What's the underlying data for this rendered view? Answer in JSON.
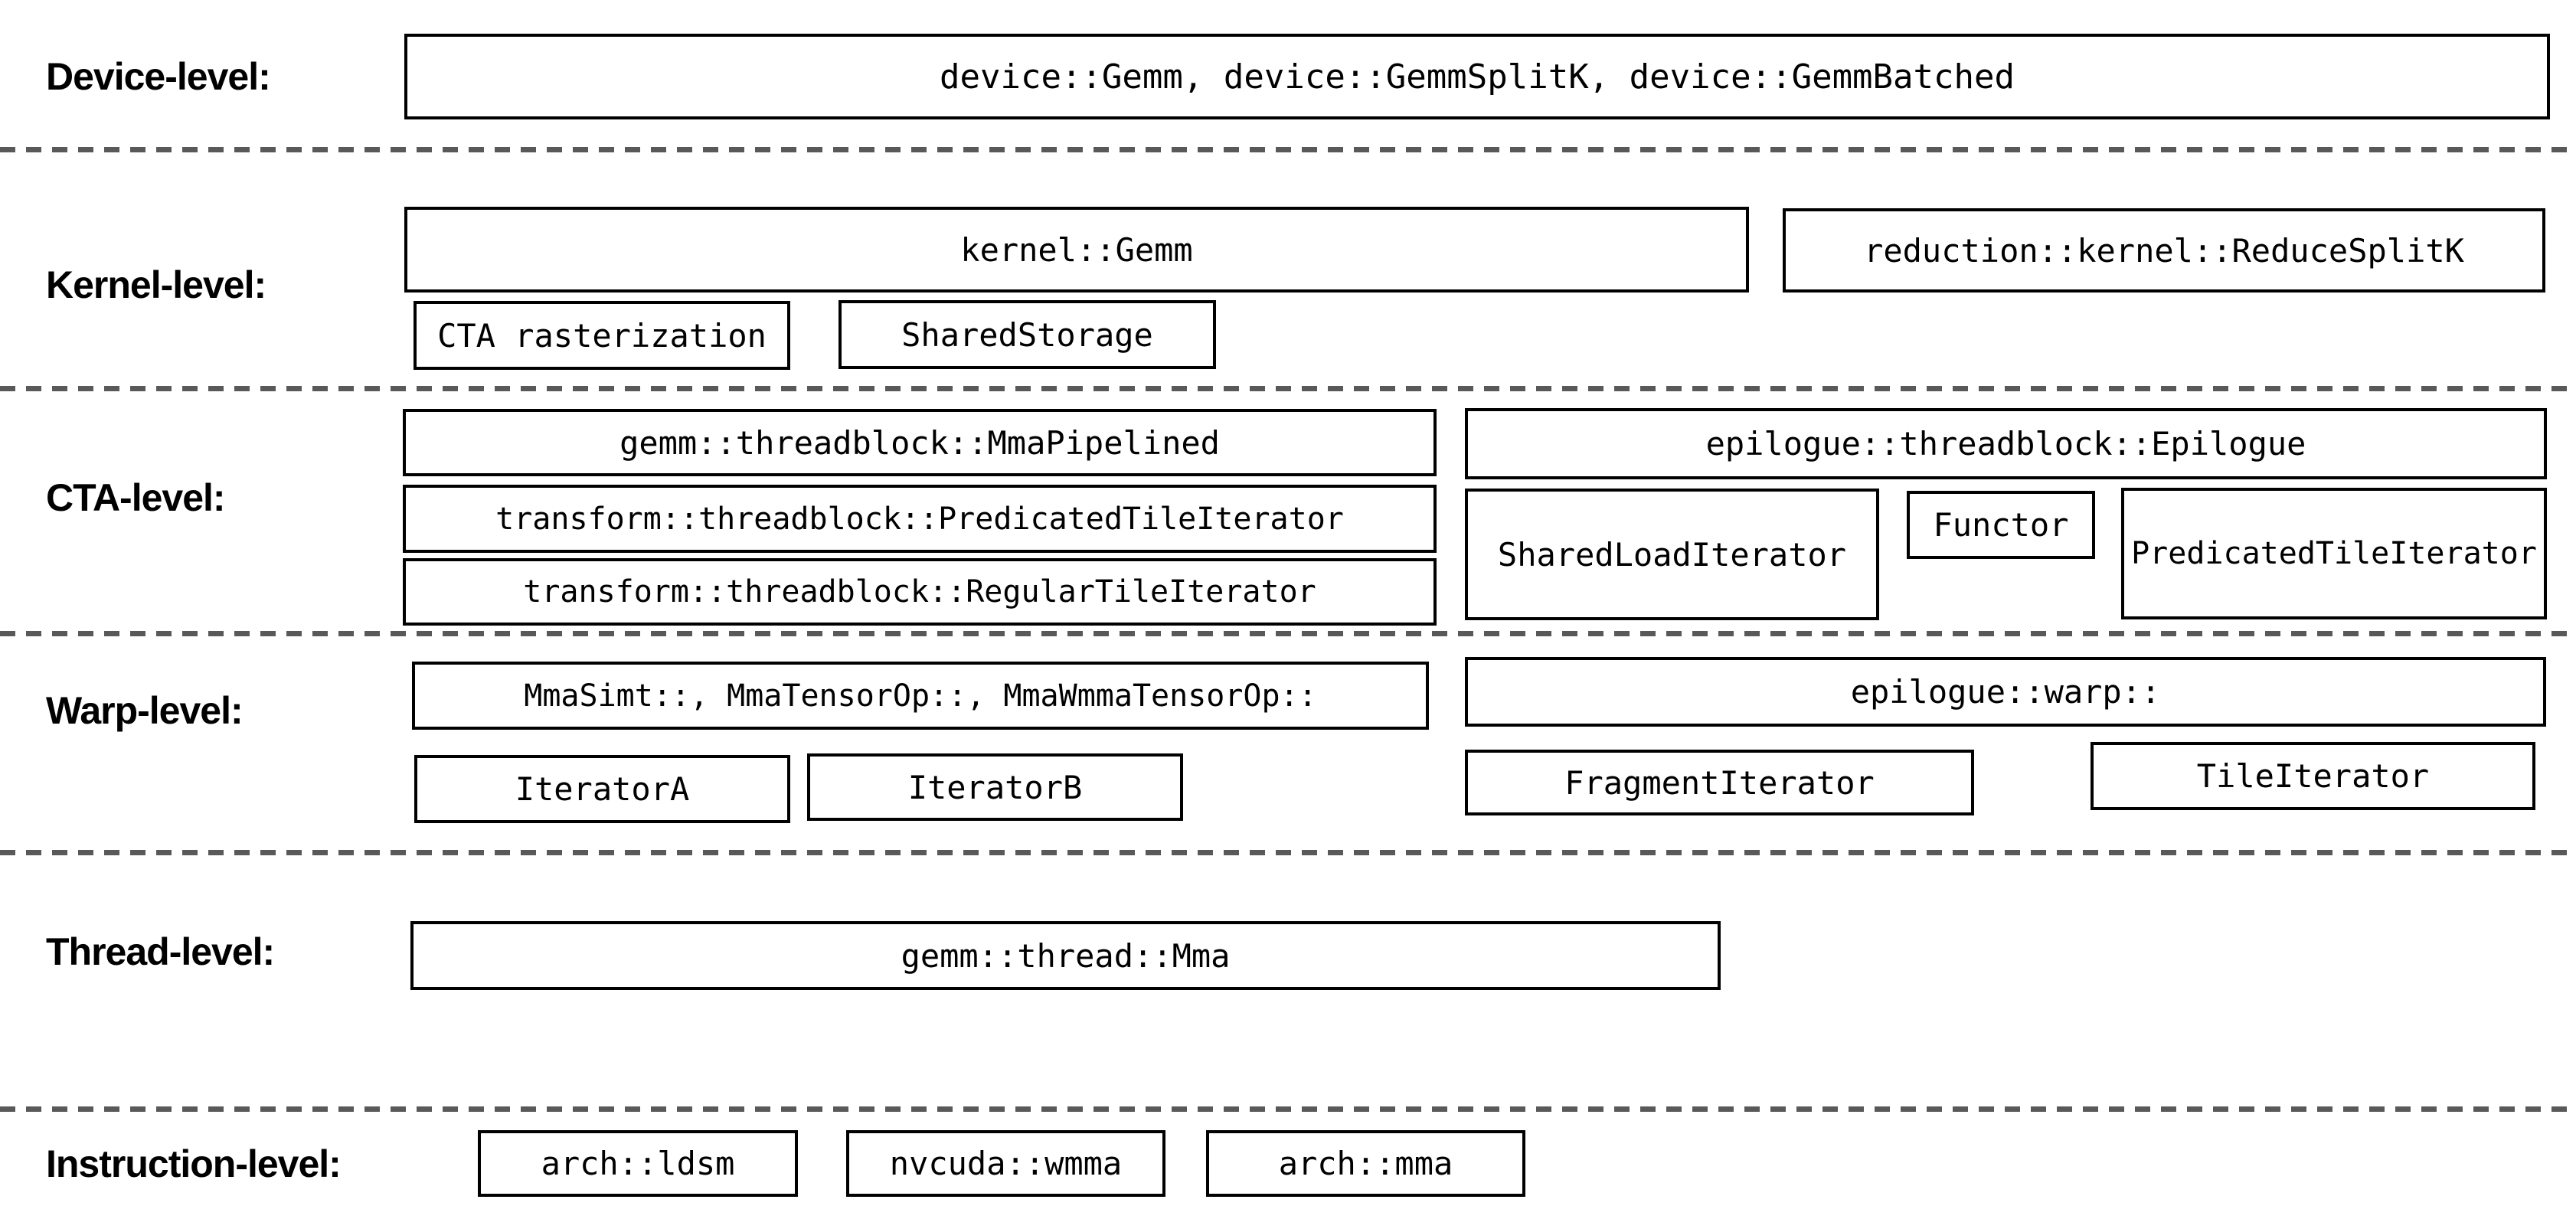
{
  "styles": {
    "border_color": "#000000",
    "box_bg": "#ffffff",
    "text_color": "#000000",
    "separator_color": "#595959",
    "page_bg": "#ffffff"
  },
  "rows": [
    {
      "label": "Device-level:",
      "boxes": [
        {
          "text": "device::Gemm, device::GemmSplitK, device::GemmBatched"
        }
      ]
    },
    {
      "label": "Kernel-level:",
      "boxes": [
        {
          "text": "kernel::Gemm"
        },
        {
          "text": "reduction::kernel::ReduceSplitK"
        },
        {
          "text": "CTA rasterization"
        },
        {
          "text": "SharedStorage"
        }
      ]
    },
    {
      "label": "CTA-level:",
      "boxes": [
        {
          "text": "gemm::threadblock::MmaPipelined"
        },
        {
          "text": "transform::threadblock::PredicatedTileIterator"
        },
        {
          "text": "transform::threadblock::RegularTileIterator"
        },
        {
          "text": "epilogue::threadblock::Epilogue"
        },
        {
          "text": "SharedLoadIterator"
        },
        {
          "text": "Functor"
        },
        {
          "text": "PredicatedTileIterator"
        }
      ]
    },
    {
      "label": "Warp-level:",
      "boxes": [
        {
          "text": "MmaSimt::, MmaTensorOp::, MmaWmmaTensorOp::"
        },
        {
          "text": "epilogue::warp::"
        },
        {
          "text": "IteratorA"
        },
        {
          "text": "IteratorB"
        },
        {
          "text": "FragmentIterator"
        },
        {
          "text": "TileIterator"
        }
      ]
    },
    {
      "label": "Thread-level:",
      "boxes": [
        {
          "text": "gemm::thread::Mma"
        }
      ]
    },
    {
      "label": "Instruction-level:",
      "boxes": [
        {
          "text": "arch::ldsm"
        },
        {
          "text": "nvcuda::wmma"
        },
        {
          "text": "arch::mma"
        }
      ]
    }
  ]
}
